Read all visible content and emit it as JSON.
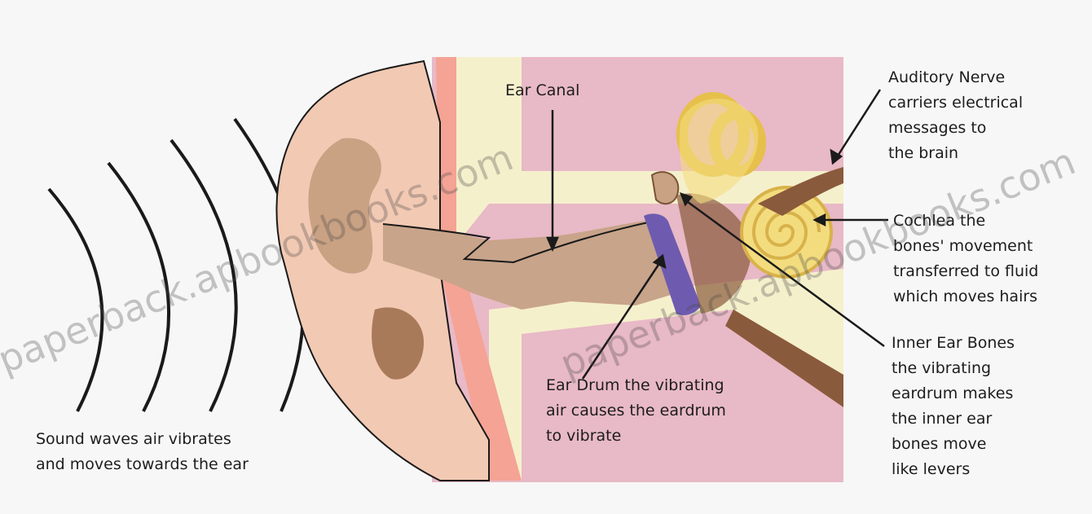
{
  "colors": {
    "background": "#f7f7f7",
    "skin": "#f2c9b3",
    "skin_shadow": "#c9a183",
    "canal": "#c8a48a",
    "tissue_pink": "#e8b9c6",
    "bone_cream": "#f5f0cc",
    "cochlea_yellow": "#f3dc7e",
    "eardrum_purple": "#6e5bb0",
    "nerve_brown": "#8a5a3c",
    "line": "#1a1a1a"
  },
  "labels": {
    "ear_canal": {
      "lines": [
        "Ear Canal"
      ]
    },
    "auditory_nerve": {
      "lines": [
        "Auditory Nerve",
        "carriers electrical",
        "messages to",
        "the brain"
      ]
    },
    "cochlea": {
      "lines": [
        "Cochlea the",
        "bones' movement",
        "transferred to fluid",
        "which moves hairs"
      ]
    },
    "inner_ear_bones": {
      "lines": [
        "Inner Ear Bones",
        "the vibrating",
        "eardrum makes",
        "the inner ear",
        "bones move",
        "like levers"
      ]
    },
    "ear_drum": {
      "lines": [
        "Ear Drum the vibrating",
        "air causes the eardrum",
        "to vibrate"
      ]
    },
    "sound_waves": {
      "lines": [
        "Sound waves air vibrates",
        "and moves towards the ear"
      ]
    }
  },
  "watermarks": [
    "paperback.apbookbooks.com",
    "paperback.apbookbooks.com"
  ],
  "icons": [
    "sound-wave-arcs",
    "outer-ear",
    "ear-canal",
    "eardrum",
    "ossicles",
    "cochlea",
    "semicircular-canals",
    "auditory-nerve"
  ]
}
